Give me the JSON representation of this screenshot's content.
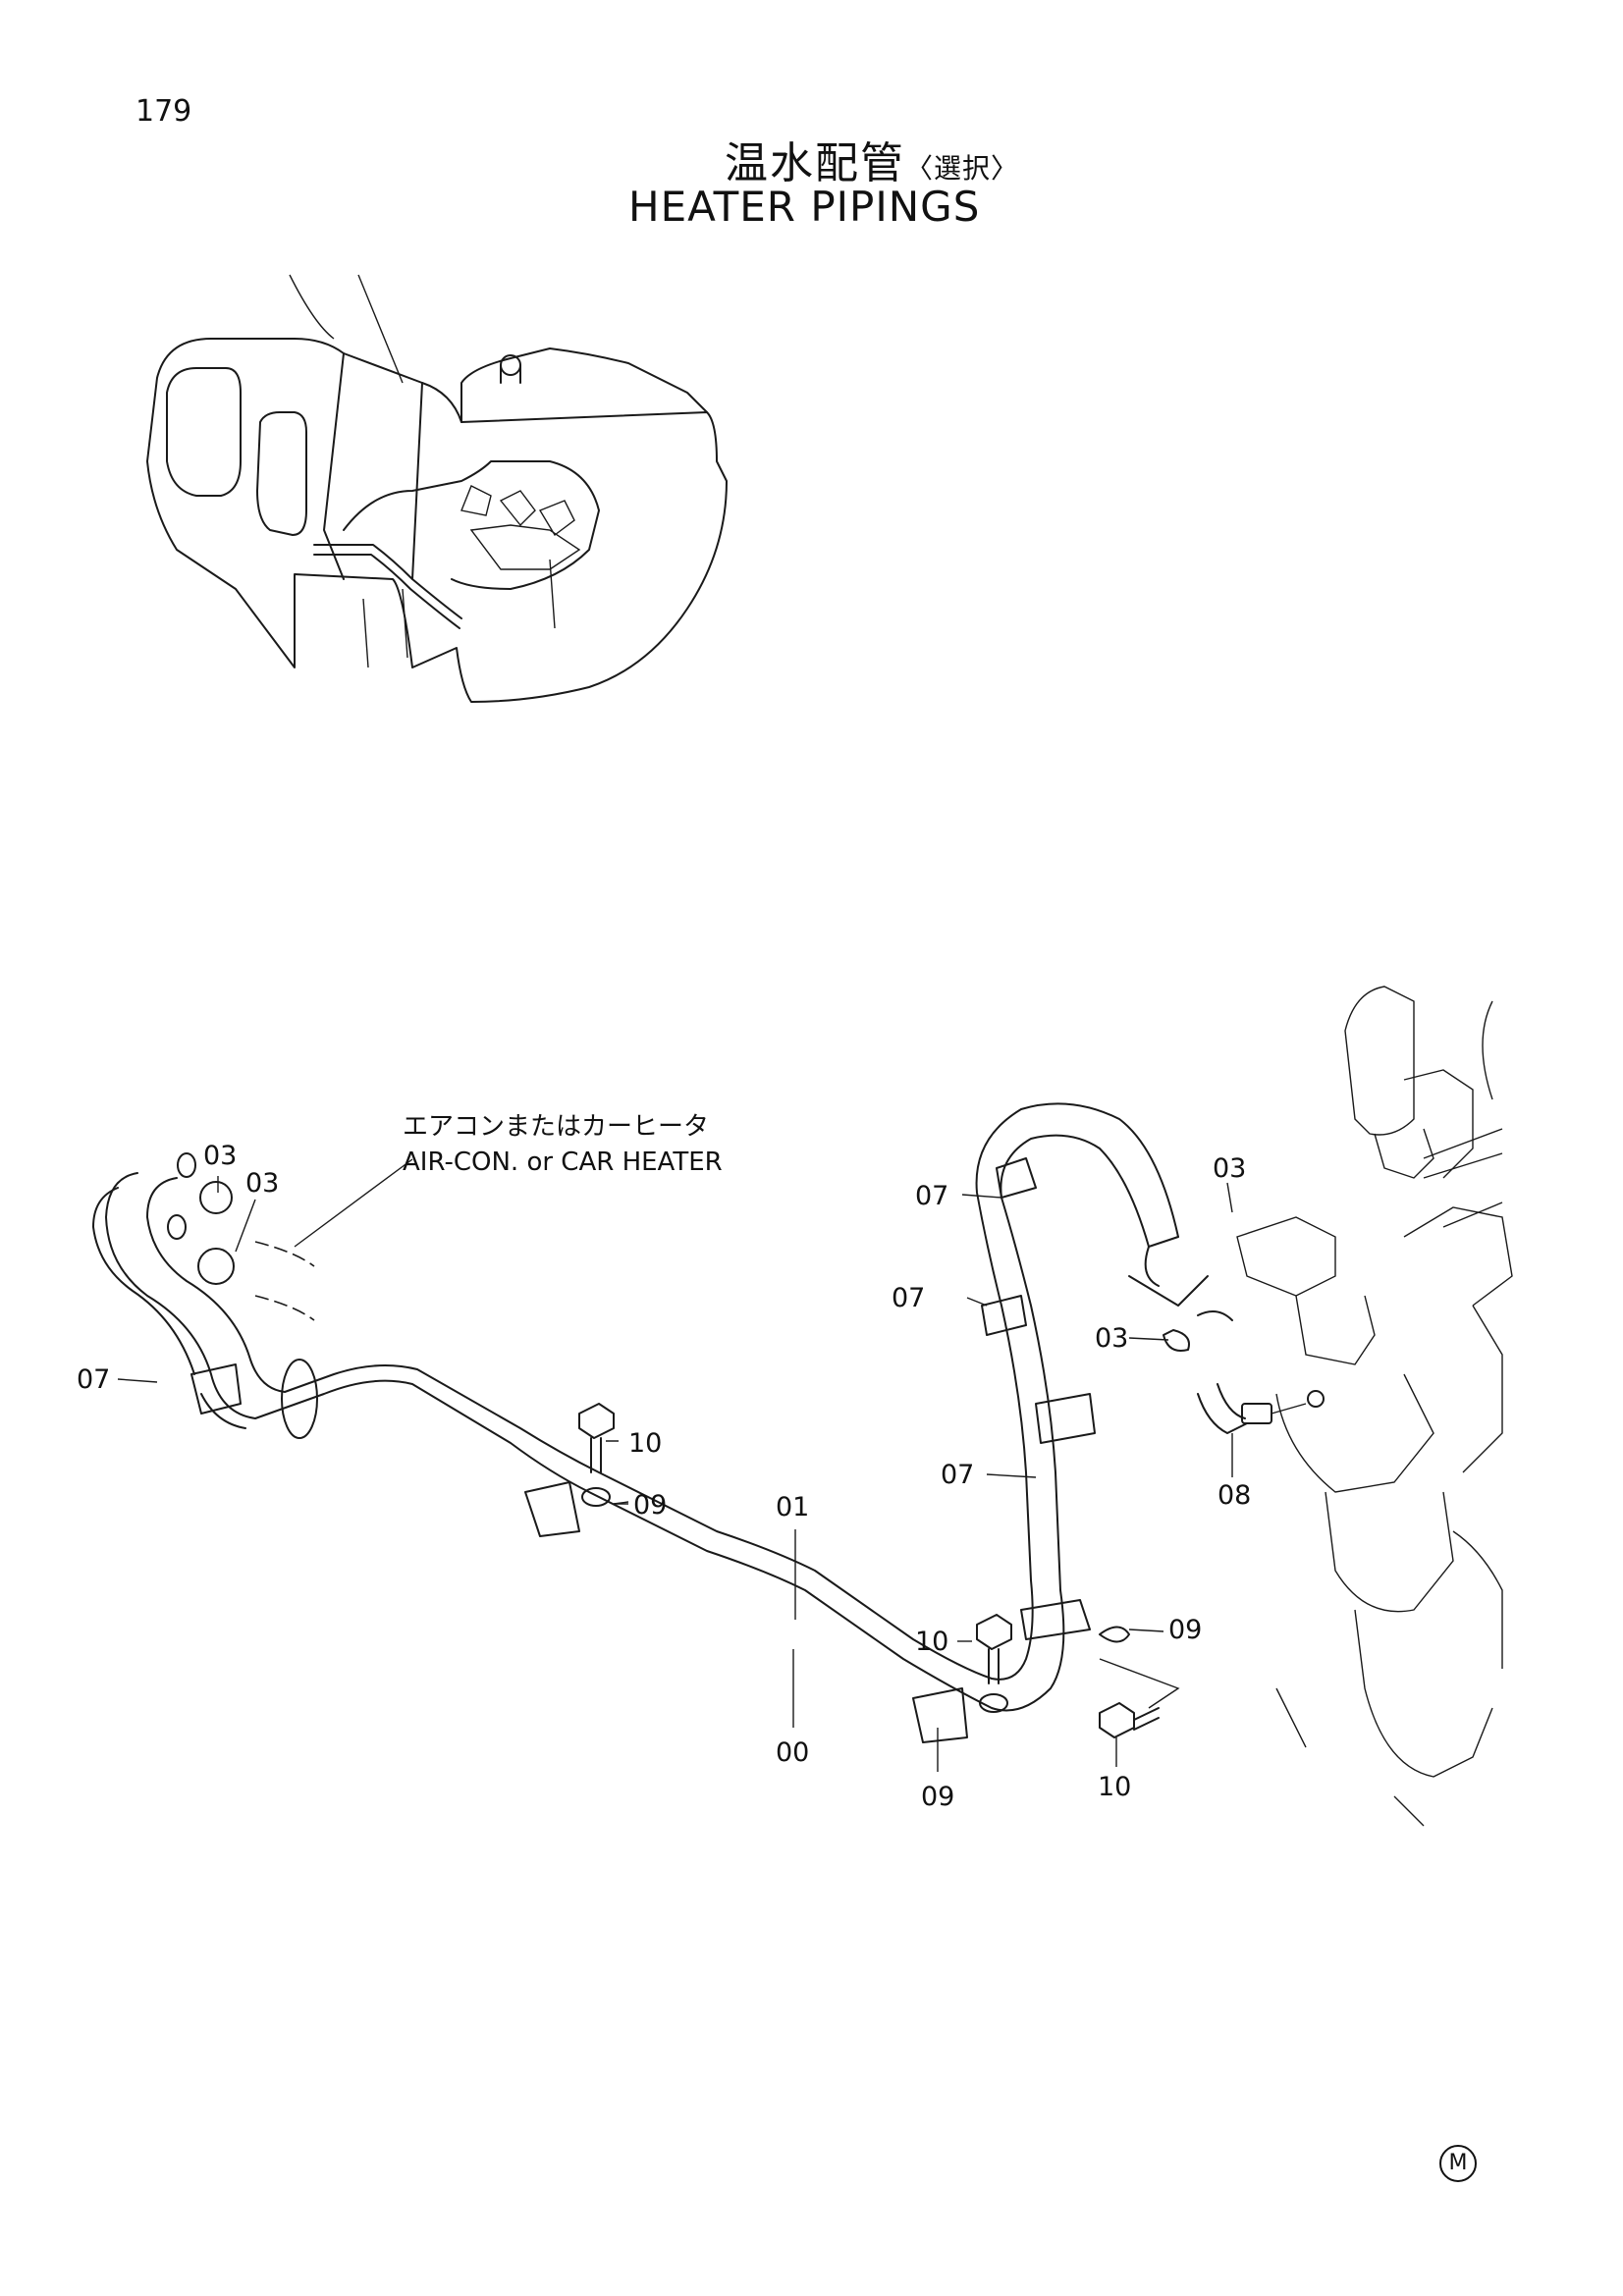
{
  "page": {
    "number": "179"
  },
  "title": {
    "jp": "温水配管",
    "jp_sub": "〈選択〉",
    "en": "HEATER PIPINGS"
  },
  "callout": {
    "jp": "エアコンまたはカーヒータ",
    "en": "AIR-CON. or CAR HEATER"
  },
  "parts": {
    "p03a": "03",
    "p03b": "03",
    "p07a": "07",
    "p10a": "10",
    "p09a": "09",
    "p01": "01",
    "p00": "00",
    "p10b": "10",
    "p09b": "09",
    "p07b": "07",
    "p07c": "07",
    "p03c": "03",
    "p03d": "03",
    "p07d": "07",
    "p08": "08",
    "p09c": "09",
    "p10c": "10"
  },
  "mark": "M"
}
